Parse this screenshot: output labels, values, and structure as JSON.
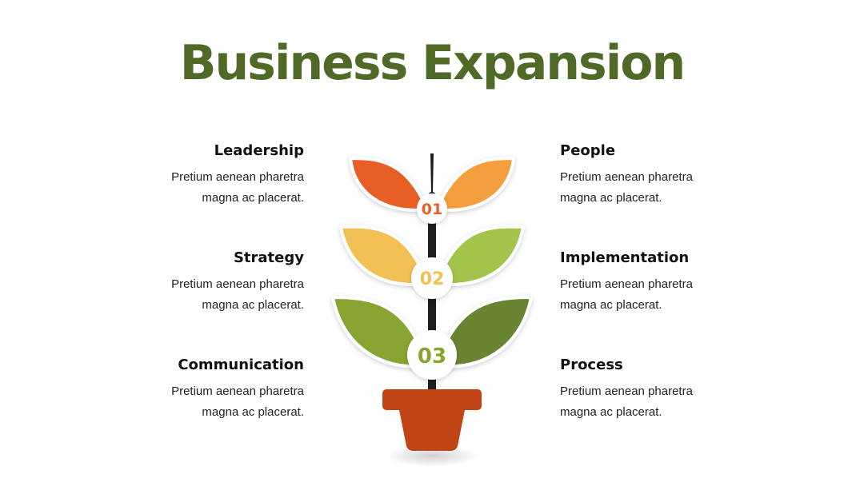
{
  "title": "Business Expansion",
  "left": [
    {
      "heading": "Leadership",
      "line1": "Pretium aenean pharetra",
      "line2": "magna ac placerat."
    },
    {
      "heading": "Strategy",
      "line1": "Pretium aenean pharetra",
      "line2": "magna ac placerat."
    },
    {
      "heading": "Communication",
      "line1": "Pretium aenean pharetra",
      "line2": "magna ac placerat."
    }
  ],
  "right": [
    {
      "heading": "People",
      "line1": "Pretium aenean pharetra",
      "line2": "magna ac placerat."
    },
    {
      "heading": "Implementation",
      "line1": "Pretium aenean pharetra",
      "line2": "magna ac placerat."
    },
    {
      "heading": "Process",
      "line1": "Pretium aenean pharetra",
      "line2": "magna ac placerat."
    }
  ],
  "badges": [
    "01",
    "02",
    "03"
  ],
  "colors": {
    "title": "#4e6a26",
    "leaf1_left": "#e85f28",
    "leaf1_right": "#f59e3d",
    "leaf2_left": "#f2c054",
    "leaf2_right": "#a3c44b",
    "leaf3_left": "#88a530",
    "leaf3_right": "#678533",
    "pot": "#bf4516",
    "stem": "#1e1e1e"
  }
}
